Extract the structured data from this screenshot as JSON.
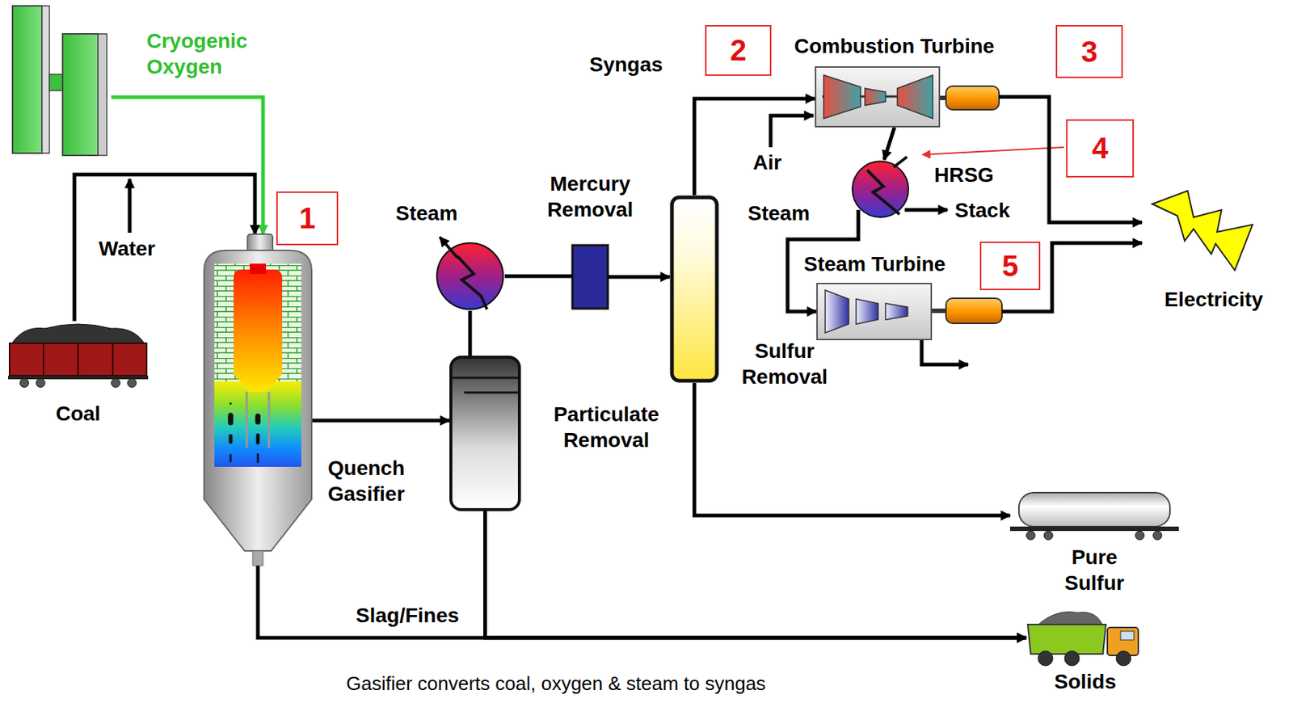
{
  "diagram": {
    "nodes": [
      {
        "text": [
          "Cryogenic Oxygen"
        ]
      },
      {
        "text": [
          "Coal"
        ]
      },
      {
        "text": [
          "Quench Gasifier"
        ]
      },
      {
        "text": [
          "Steam"
        ]
      },
      {
        "text": [
          "Mercury Removal"
        ]
      },
      {
        "text": [
          "Particulate Removal"
        ]
      },
      {
        "text": [
          "Sulfur Removal"
        ]
      },
      {
        "text": [
          "Combustion Turbine"
        ]
      },
      {
        "text": [
          "HRSG"
        ]
      },
      {
        "text": [
          "Steam Turbine"
        ]
      },
      {
        "text": [
          "Electricity"
        ]
      },
      {
        "text": [
          "Pure Sulfur"
        ]
      },
      {
        "text": [
          "Solids"
        ]
      }
    ],
    "edges": [
      {
        "from": 0,
        "to": 2,
        "arrow": "to"
      },
      {
        "from": 1,
        "to": 2,
        "arrow": "to"
      },
      {
        "from": 2,
        "to": 5,
        "arrow": "to"
      },
      {
        "from": 5,
        "to": 3,
        "arrow": "none"
      },
      {
        "from": 3,
        "to": 4,
        "arrow": "none"
      },
      {
        "from": 4,
        "to": 6,
        "arrow": "to"
      },
      {
        "from": 6,
        "to": 7,
        "arrow": "to",
        "label": "Syngas"
      },
      {
        "from": 7,
        "to": 8,
        "arrow": "to"
      },
      {
        "from": 8,
        "to": 9,
        "arrow": "to",
        "label": "Steam"
      },
      {
        "from": 7,
        "to": 10,
        "arrow": "to"
      },
      {
        "from": 9,
        "to": 10,
        "arrow": "to"
      },
      {
        "from": 6,
        "to": 11,
        "arrow": "to"
      },
      {
        "from": 2,
        "to": 12,
        "arrow": "to"
      },
      {
        "from": 5,
        "to": 12,
        "arrow": "to"
      }
    ],
    "labels": [
      "1",
      "2",
      "3",
      "4",
      "5",
      "Water",
      "Air",
      "Stack",
      "Slag/Fines",
      "Gasifier converts coal, oxygen & steam to syngas"
    ]
  }
}
